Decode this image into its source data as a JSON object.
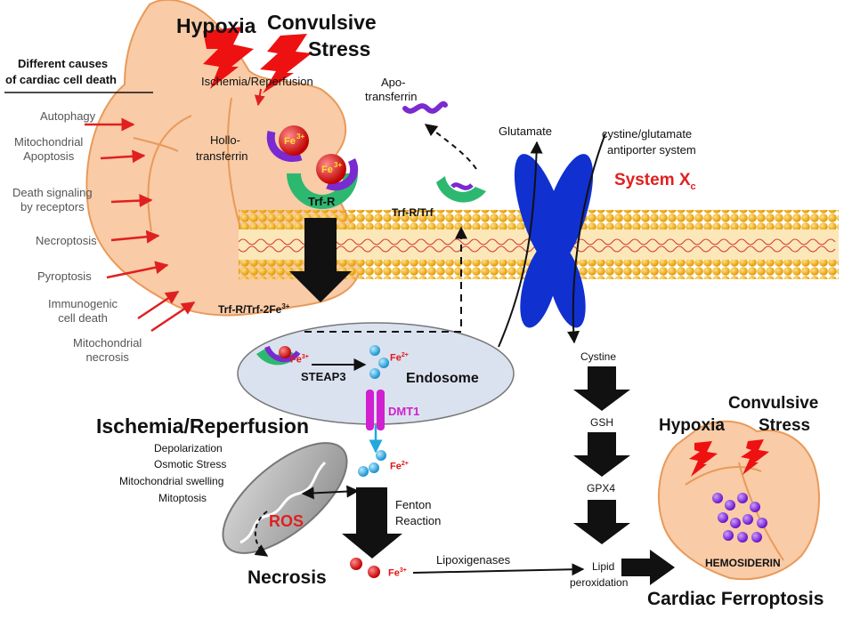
{
  "top": {
    "hypoxia": "Hypoxia",
    "convulsive": "Convulsive",
    "stress": "Stress",
    "ischemia": "Ischemia/Reperfusion",
    "apo_line1": "Apo-",
    "apo_line2": "transferrin",
    "hollo_line1": "Hollo-",
    "hollo_line2": "transferrin",
    "trfr": "Trf-R",
    "trfr_trf": "Trf-R/Trf",
    "trfr_2fe": "Trf-R/Trf-2Fe",
    "trfr_2fe_sup": "3+",
    "glutamate": "Glutamate",
    "antiporter_line1": "cystine/glutamate",
    "antiporter_line2": "antiporter system",
    "system_xc": "System X",
    "system_xc_sub": "c"
  },
  "causes": {
    "heading_line1": "Different causes",
    "heading_line2": "of cardiac cell death",
    "items": [
      "Autophagy",
      "Mitochondrial\nApoptosis",
      "Death signaling\nby receptors",
      "Necroptosis",
      "Pyroptosis",
      "Immunogenic\ncell death",
      "Mitochondrial\nnecrosis"
    ]
  },
  "endosome": {
    "label": "Endosome",
    "steap3": "STEAP3",
    "fe3": "Fe",
    "fe3_sup": "3+",
    "fe2": "Fe",
    "fe2_sup": "2+",
    "dmt1": "DMT1"
  },
  "ischemia": {
    "title": "Ischemia/Reperfusion",
    "items": [
      "Depolarization",
      "Osmotic Stress",
      "Mitochondrial swelling",
      "Mitoptosis"
    ],
    "ros": "ROS",
    "necrosis": "Necrosis"
  },
  "fenton": {
    "line1": "Fenton",
    "line2": "Reaction",
    "fe2": "Fe",
    "fe2_sup": "2+",
    "fe3": "Fe",
    "fe3_sup": "3+",
    "lipoxigenases": "Lipoxigenases"
  },
  "pathway": {
    "cystine": "Cystine",
    "gsh": "GSH",
    "gpx4": "GPX4",
    "lipid_line1": "Lipid",
    "lipid_line2": "peroxidation"
  },
  "heart": {
    "hypoxia": "Hypoxia",
    "convulsive": "Convulsive",
    "stress": "Stress",
    "hemosiderin": "HEMOSIDERIN",
    "ferroptosis": "Cardiac Ferroptosis"
  },
  "colors": {
    "heart_fill": "#f9cba7",
    "heart_stroke": "#e89a5a",
    "membrane": "#f0b020",
    "fe3_red": "#e01818",
    "fe2_blue": "#22a8e0",
    "transporter": "#1030d0",
    "receptor": "#2db870",
    "transferrin": "#7a2ad0",
    "endosome": "#dbe2ef",
    "lightning": "#ee1111",
    "hemosiderin": "#8a2be2"
  }
}
